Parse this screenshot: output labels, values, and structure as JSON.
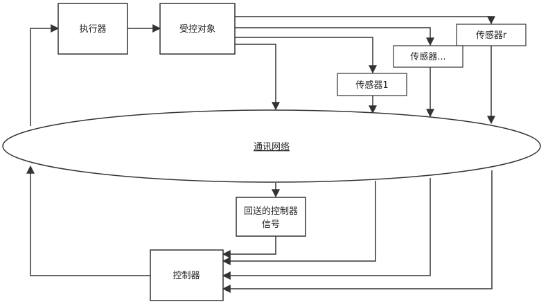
{
  "nodes": {
    "actuator": "执行器",
    "plant": "受控对象",
    "sensor_1": "传感器1",
    "sensor_dots": "传感器...",
    "sensor_r": "传感器r",
    "network": "通讯网络",
    "return_signal_line1": "回送的控制器",
    "return_signal_line2": "信号",
    "controller": "控制器"
  },
  "colors": {
    "stroke": "#333333",
    "fill": "#ffffff",
    "text": "#222222"
  }
}
